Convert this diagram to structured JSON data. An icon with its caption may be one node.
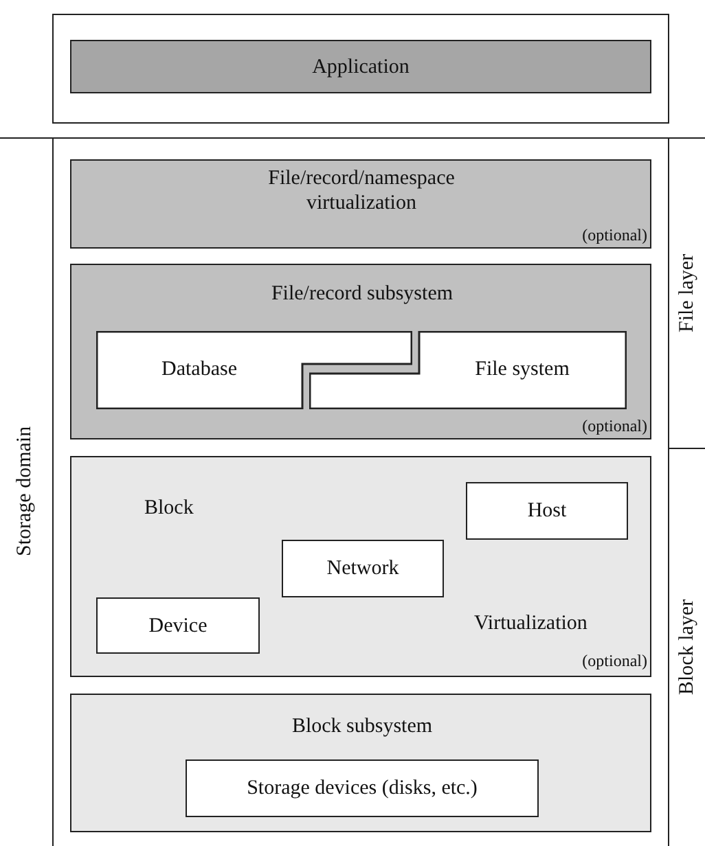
{
  "diagram": {
    "nodes": [
      {
        "text": [],
        "shape": "box"
      },
      {
        "text": [
          "Application"
        ],
        "in": 0
      },
      {
        "text": [
          "Storage domain"
        ]
      },
      {
        "text": [
          "File/record/namespace virtualization",
          "(optional)"
        ],
        "in": 2
      },
      {
        "text": [
          "File/record subsystem",
          "(optional)"
        ],
        "in": 2
      },
      {
        "text": [
          "Database"
        ],
        "in": 4
      },
      {
        "text": [
          "File system"
        ],
        "in": 4
      },
      {
        "text": [
          "Block",
          "Virtualization",
          "(optional)"
        ],
        "in": 2
      },
      {
        "text": [
          "Host"
        ],
        "in": 7
      },
      {
        "text": [
          "Network"
        ],
        "in": 7
      },
      {
        "text": [
          "Device"
        ],
        "in": 7
      },
      {
        "text": [
          "Block subsystem"
        ],
        "in": 2
      },
      {
        "text": [
          "Storage devices (disks, etc.)"
        ],
        "in": 11
      },
      {
        "text": [
          "File layer"
        ]
      },
      {
        "text": [
          "Block layer"
        ]
      }
    ],
    "edges": []
  }
}
